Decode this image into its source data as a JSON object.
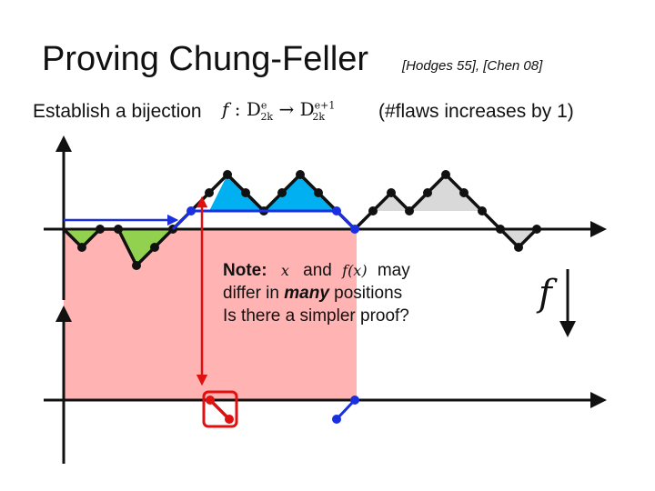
{
  "slide": {
    "title": "Proving Chung-Feller",
    "citation": "[Hodges 55], [Chen 08]",
    "subtitle": "Establish a bijection",
    "formula": {
      "f_label": "f",
      "colon": ":",
      "domain": "D",
      "domain_sup": "e",
      "domain_sub": "2k",
      "arrow": "→",
      "codomain": "D",
      "codomain_sup": "e+1",
      "codomain_sub": "2k"
    },
    "flaws_note": "(#flaws increases by 1)",
    "note": {
      "label": "Note:",
      "x": "x",
      "and": "and",
      "fx": "f(x)",
      "may": "may",
      "line2_a": "differ in ",
      "line2_em": "many",
      "line2_b": " positions",
      "line3": "Is there a simpler proof?"
    },
    "map_symbol": "f"
  },
  "colors": {
    "pink_region": "#ffb3b3",
    "green_fill": "#92d050",
    "blue_fill": "#00b0f0",
    "gray_fill": "#d9d9d9",
    "blue_path": "#1a2fe0",
    "red_path": "#e01010"
  }
}
